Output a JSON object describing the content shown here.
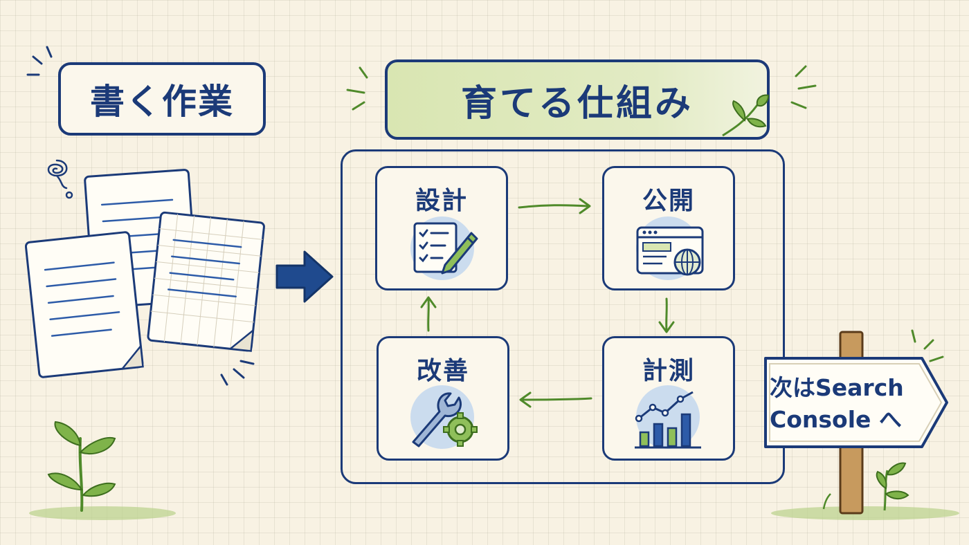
{
  "left_section": {
    "title": "書く作業"
  },
  "right_section": {
    "title": "育てる仕組み"
  },
  "cycle": {
    "design": {
      "label": "設計"
    },
    "publish": {
      "label": "公開"
    },
    "measure": {
      "label": "計測"
    },
    "improve": {
      "label": "改善"
    }
  },
  "signpost": {
    "line1": "次はSearch",
    "line2": "Console へ"
  },
  "colors": {
    "navy": "#1b3a78",
    "green": "#4f8a2a",
    "leaf": "#7fb34a",
    "highlight": "#d9e6b2",
    "paper": "#f8f2e3"
  },
  "icons": [
    "checklist-pencil-icon",
    "browser-globe-icon",
    "bar-chart-icon",
    "wrench-gear-icon",
    "arrow-right-icon",
    "sprout-icon",
    "signpost-icon"
  ]
}
